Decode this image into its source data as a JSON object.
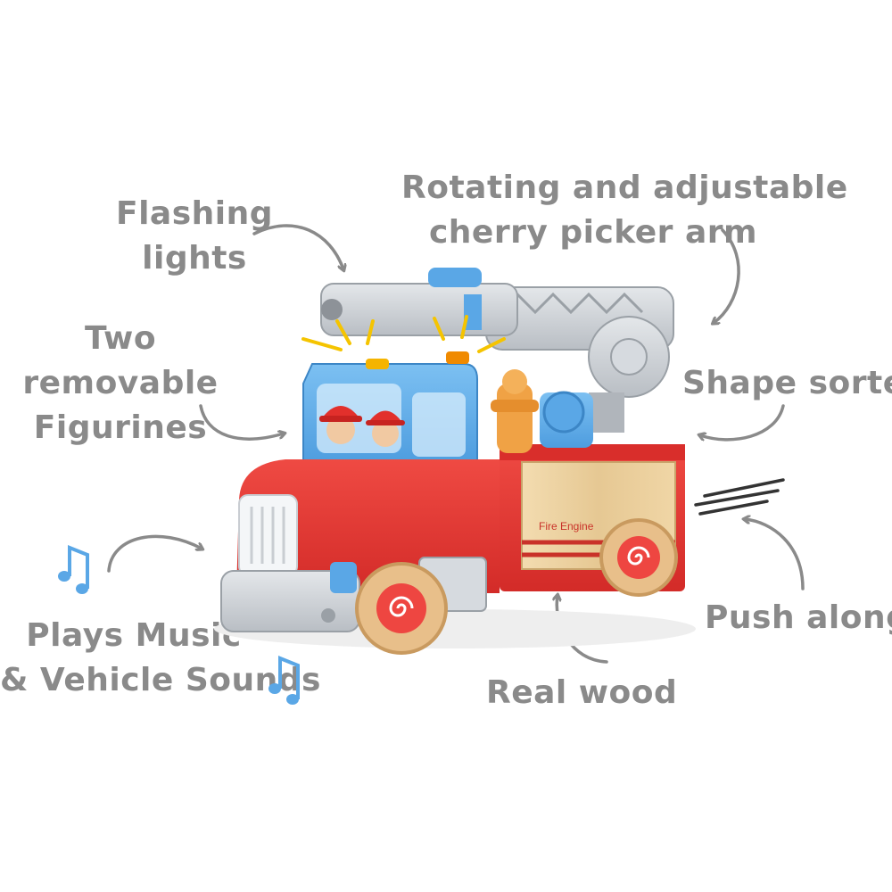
{
  "labels": {
    "flashing_lights": [
      "Flashing",
      "lights"
    ],
    "cherry_picker": [
      "Rotating and adjustable",
      "cherry picker arm"
    ],
    "figurines": [
      "Two",
      "removable",
      "Figurines"
    ],
    "shape_sorter": [
      "Shape sorter"
    ],
    "plays_music": [
      "Plays Music",
      "& Vehicle Sounds"
    ],
    "push_along": [
      "Push along"
    ],
    "real_wood": [
      "Real wood"
    ]
  },
  "truck_side_text": "Fire Engine",
  "icons": [
    "music-note-icon",
    "curved-arrow-icon",
    "motion-lines-icon"
  ],
  "colors": {
    "label_gray": "#8a8a8a",
    "truck_red": "#e8322f",
    "cab_blue": "#5aa7e6",
    "arm_gray": "#c9cdd2",
    "wood": "#e9cfa0",
    "music_note_blue": "#5aa7e6"
  }
}
